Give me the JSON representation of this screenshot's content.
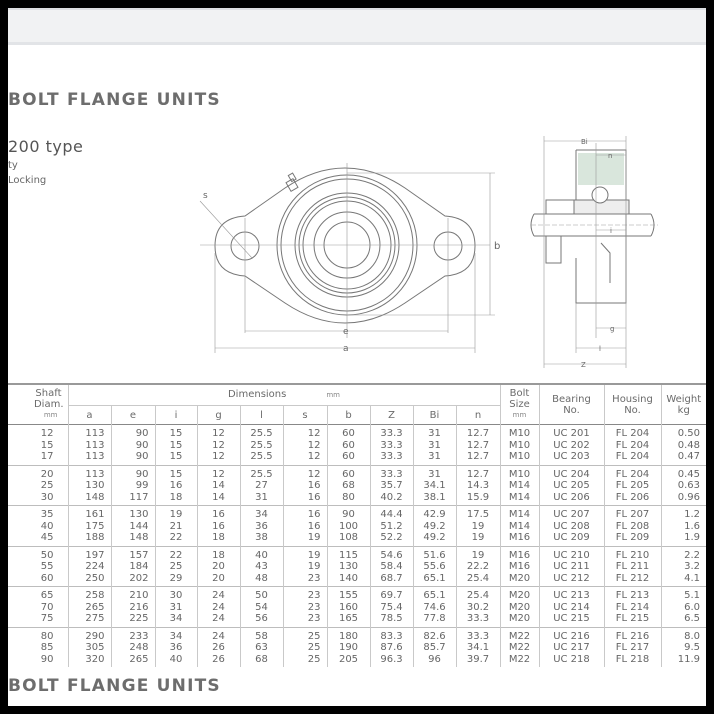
{
  "header": {
    "title": "BOLT FLANGE UNITS",
    "subtitle": "200 type",
    "lines": [
      "ty",
      "Locking"
    ]
  },
  "footer": {
    "title": "BOLT FLANGE UNITS"
  },
  "drawing": {
    "front_labels": {
      "s": "s",
      "b": "b",
      "e": "e",
      "a": "a"
    },
    "side_labels": {
      "Bi": "Bi",
      "n": "n",
      "i": "i",
      "g": "g",
      "l": "l",
      "Z": "Z"
    },
    "accent_color": "#d9e6dc"
  },
  "table": {
    "headers": {
      "shaft": [
        "Shaft",
        "Diam.",
        "mm"
      ],
      "dimensions": "Dimensions",
      "dimensions_unit": "mm",
      "dim_cols": [
        "a",
        "e",
        "i",
        "g",
        "l",
        "s",
        "b",
        "Z",
        "Bi",
        "n"
      ],
      "bolt": [
        "Bolt",
        "Size",
        "mm"
      ],
      "bearing": [
        "Bearing",
        "No."
      ],
      "housing": [
        "Housing",
        "No."
      ],
      "weight": [
        "Weight",
        "kg"
      ]
    },
    "groups": [
      [
        [
          "12",
          "113",
          "90",
          "15",
          "12",
          "25.5",
          "12",
          "60",
          "33.3",
          "31",
          "12.7",
          "M10",
          "UC 201",
          "FL 204",
          "0.50"
        ],
        [
          "15",
          "113",
          "90",
          "15",
          "12",
          "25.5",
          "12",
          "60",
          "33.3",
          "31",
          "12.7",
          "M10",
          "UC 202",
          "FL 204",
          "0.48"
        ],
        [
          "17",
          "113",
          "90",
          "15",
          "12",
          "25.5",
          "12",
          "60",
          "33.3",
          "31",
          "12.7",
          "M10",
          "UC 203",
          "FL 204",
          "0.47"
        ]
      ],
      [
        [
          "20",
          "113",
          "90",
          "15",
          "12",
          "25.5",
          "12",
          "60",
          "33.3",
          "31",
          "12.7",
          "M10",
          "UC 204",
          "FL 204",
          "0.45"
        ],
        [
          "25",
          "130",
          "99",
          "16",
          "14",
          "27",
          "16",
          "68",
          "35.7",
          "34.1",
          "14.3",
          "M14",
          "UC 205",
          "FL 205",
          "0.63"
        ],
        [
          "30",
          "148",
          "117",
          "18",
          "14",
          "31",
          "16",
          "80",
          "40.2",
          "38.1",
          "15.9",
          "M14",
          "UC 206",
          "FL 206",
          "0.96"
        ]
      ],
      [
        [
          "35",
          "161",
          "130",
          "19",
          "16",
          "34",
          "16",
          "90",
          "44.4",
          "42.9",
          "17.5",
          "M14",
          "UC 207",
          "FL 207",
          "1.2"
        ],
        [
          "40",
          "175",
          "144",
          "21",
          "16",
          "36",
          "16",
          "100",
          "51.2",
          "49.2",
          "19",
          "M14",
          "UC 208",
          "FL 208",
          "1.6"
        ],
        [
          "45",
          "188",
          "148",
          "22",
          "18",
          "38",
          "19",
          "108",
          "52.2",
          "49.2",
          "19",
          "M16",
          "UC 209",
          "FL 209",
          "1.9"
        ]
      ],
      [
        [
          "50",
          "197",
          "157",
          "22",
          "18",
          "40",
          "19",
          "115",
          "54.6",
          "51.6",
          "19",
          "M16",
          "UC 210",
          "FL 210",
          "2.2"
        ],
        [
          "55",
          "224",
          "184",
          "25",
          "20",
          "43",
          "19",
          "130",
          "58.4",
          "55.6",
          "22.2",
          "M16",
          "UC 211",
          "FL 211",
          "3.2"
        ],
        [
          "60",
          "250",
          "202",
          "29",
          "20",
          "48",
          "23",
          "140",
          "68.7",
          "65.1",
          "25.4",
          "M20",
          "UC 212",
          "FL 212",
          "4.1"
        ]
      ],
      [
        [
          "65",
          "258",
          "210",
          "30",
          "24",
          "50",
          "23",
          "155",
          "69.7",
          "65.1",
          "25.4",
          "M20",
          "UC 213",
          "FL 213",
          "5.1"
        ],
        [
          "70",
          "265",
          "216",
          "31",
          "24",
          "54",
          "23",
          "160",
          "75.4",
          "74.6",
          "30.2",
          "M20",
          "UC 214",
          "FL 214",
          "6.0"
        ],
        [
          "75",
          "275",
          "225",
          "34",
          "24",
          "56",
          "23",
          "165",
          "78.5",
          "77.8",
          "33.3",
          "M20",
          "UC 215",
          "FL 215",
          "6.5"
        ]
      ],
      [
        [
          "80",
          "290",
          "233",
          "34",
          "24",
          "58",
          "25",
          "180",
          "83.3",
          "82.6",
          "33.3",
          "M22",
          "UC 216",
          "FL 216",
          "8.0"
        ],
        [
          "85",
          "305",
          "248",
          "36",
          "26",
          "63",
          "25",
          "190",
          "87.6",
          "85.7",
          "34.1",
          "M22",
          "UC 217",
          "FL 217",
          "9.5"
        ],
        [
          "90",
          "320",
          "265",
          "40",
          "26",
          "68",
          "25",
          "205",
          "96.3",
          "96",
          "39.7",
          "M22",
          "UC 218",
          "FL 218",
          "11.9"
        ]
      ]
    ]
  }
}
